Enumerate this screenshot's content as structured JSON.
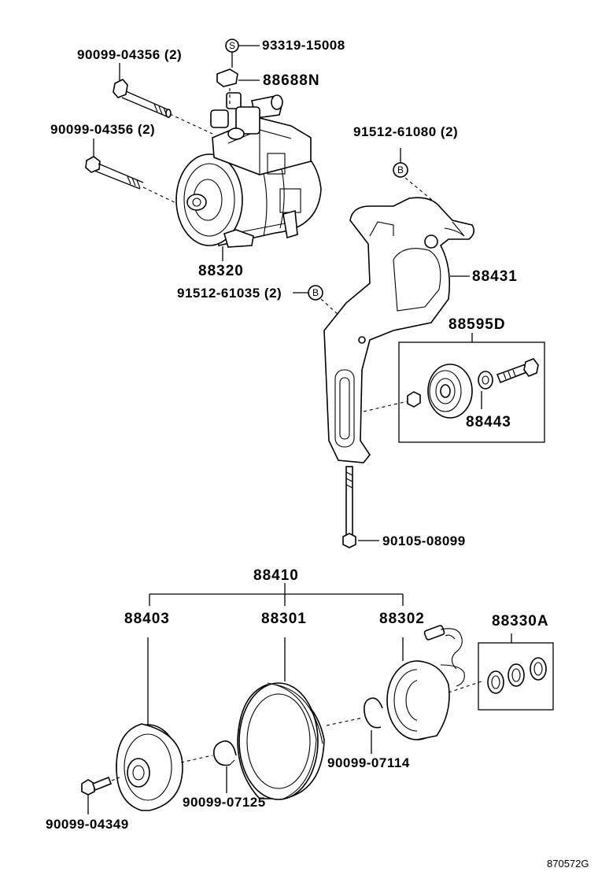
{
  "labels": {
    "bolt_upper": "90099-04356 (2)",
    "bolt_lower": "90099-04356 (2)",
    "plug": "93319-15008",
    "plug_marker": "S",
    "valve": "88688N",
    "compressor": "88320",
    "bracket_bolt_b_upper": "91512-61080 (2)",
    "bracket_bolt_b_lower": "91512-61035 (2)",
    "b_marker": "B",
    "bracket": "88431",
    "idler_kit": "88595D",
    "idler": "88443",
    "stud_bolt": "90105-08099",
    "clutch_assy": "88410",
    "pressure_plate": "88403",
    "pulley": "88301",
    "stator": "88302",
    "shim_kit": "88330A",
    "snap_ring_1": "90099-07114",
    "snap_ring_2": "90099-07125",
    "plate_bolt": "90099-04349",
    "figure_ref": "870572G"
  }
}
